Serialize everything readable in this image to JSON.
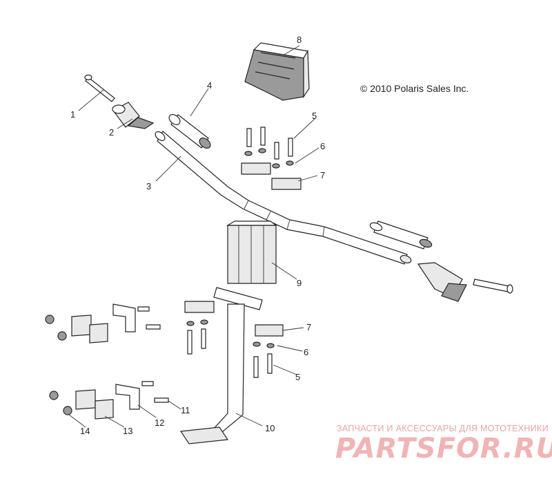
{
  "copyright": "© 2010 Polaris Sales Inc.",
  "watermark": {
    "tagline": "ЗАПЧАСТИ И АКСЕССУАРЫ ДЛЯ МОТОТЕХНИКИ",
    "brand": "PARTSFOR.RU"
  },
  "callouts": {
    "c1": "1",
    "c2": "2",
    "c3": "3",
    "c4": "4",
    "c5a": "5",
    "c6a": "6",
    "c7a": "7",
    "c8": "8",
    "c9": "9",
    "c7b": "7",
    "c6b": "6",
    "c5b": "5",
    "c10": "10",
    "c11": "11",
    "c12": "12",
    "c13": "13",
    "c14": "14"
  }
}
